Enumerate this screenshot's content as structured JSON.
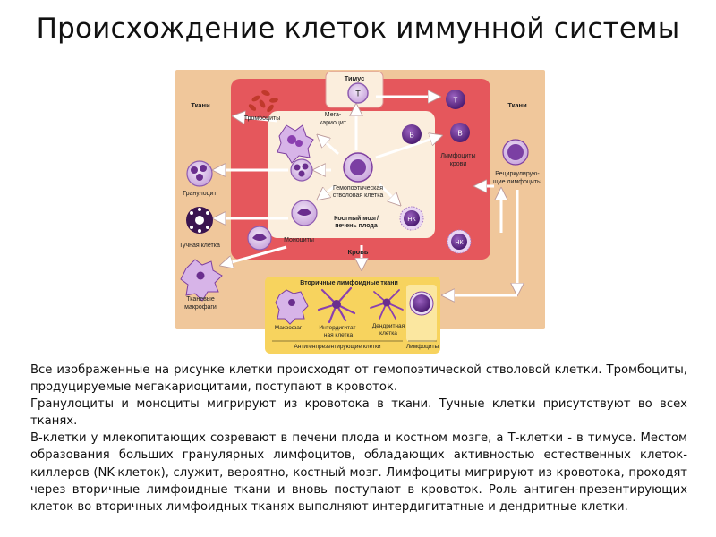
{
  "title": "Происхождение клеток иммунной системы",
  "labels": {
    "thymus": "Тимус",
    "tissues_left": "Ткани",
    "tissues_right": "Ткани",
    "blood": "Кровь",
    "megakaryocyte": [
      "Мега-",
      "кариоцит"
    ],
    "platelets": "Тромбоциты",
    "granulocyte": "Гранулоцит",
    "mast_cell": "Тучная клетка",
    "tissue_macrophages": [
      "Тканевые",
      "макрофаги"
    ],
    "monocytes": "Моноциты",
    "stem_cell": [
      "Гемопоэтическая",
      "стволовая клетка"
    ],
    "bone_marrow": [
      "Костный мозг/",
      "печень плода"
    ],
    "blood_lymphocytes": [
      "Лимфоциты",
      "крови"
    ],
    "recirculating": [
      "Рециркулирую-",
      "щие лимфоциты"
    ],
    "secondary_lymphoid": "Вторичные лимфоидные ткани",
    "macrophage": "Макрофаг",
    "interdigitating": [
      "Интердигитат-",
      "ная клетка"
    ],
    "dendritic": [
      "Дендритная",
      "клетка"
    ],
    "apc": "Антигенпрезентирующие клетки",
    "lymphocytes": "Лимфоциты",
    "cell_T": "Т",
    "cell_B": "В",
    "cell_NK": "НК"
  },
  "paragraphs": [
    "Все изображенные на рисунке клетки происходят от гемопоэтической стволовой клетки. Тромбоциты, продуцируемые мегакариоцитами, поступают в кровоток.",
    "Гранулоциты и моноциты мигрируют из кровотока в ткани. Тучные клетки присутствуют во всех тканях.",
    "В-клетки у млекопитающих созревают в печени плода и костном мозге, а Т-клетки - в тимусе. Местом образования больших гранулярных лимфоцитов, обладающих активностью естественных клеток-киллеров (NK-клеток), служит, вероятно, костный мозг. Лимфоциты мигрируют из кровотока, проходят через вторичные лимфоидные ткани и вновь поступают в кровоток. Роль антиген-презентирующих клеток во вторичных лимфоидных тканях выполняют интердигитатные и дендритные клетки."
  ],
  "colors": {
    "tissue_bg": "#f0c79b",
    "blood_frame": "#e5575c",
    "marrow_bg": "#fbeedd",
    "lymphoid_bg": "#f7d35e",
    "cell_purple": "#6a2e8e",
    "cell_light": "#c9a6dc",
    "arrow": "#ffffff"
  }
}
